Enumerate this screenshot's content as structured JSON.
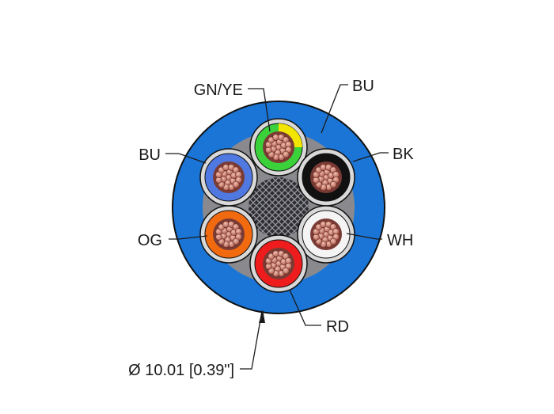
{
  "cable": {
    "jacket_color_hex": "#1a75d6",
    "jacket_label": "BU",
    "diameter_label": "Ø 10.01 [0.39\"]",
    "cores": [
      {
        "id": "gnye",
        "label": "GN/YE",
        "insulation_hex": "#3ad13a",
        "stripe_hex": "#f2e600"
      },
      {
        "id": "bk",
        "label": "BK",
        "insulation_hex": "#111111"
      },
      {
        "id": "wh",
        "label": "WH",
        "insulation_hex": "#f4f4f4"
      },
      {
        "id": "rd",
        "label": "RD",
        "insulation_hex": "#ee1c1c"
      },
      {
        "id": "og",
        "label": "OG",
        "insulation_hex": "#f26a10"
      },
      {
        "id": "bu",
        "label": "BU",
        "insulation_hex": "#4f78e0"
      }
    ]
  }
}
